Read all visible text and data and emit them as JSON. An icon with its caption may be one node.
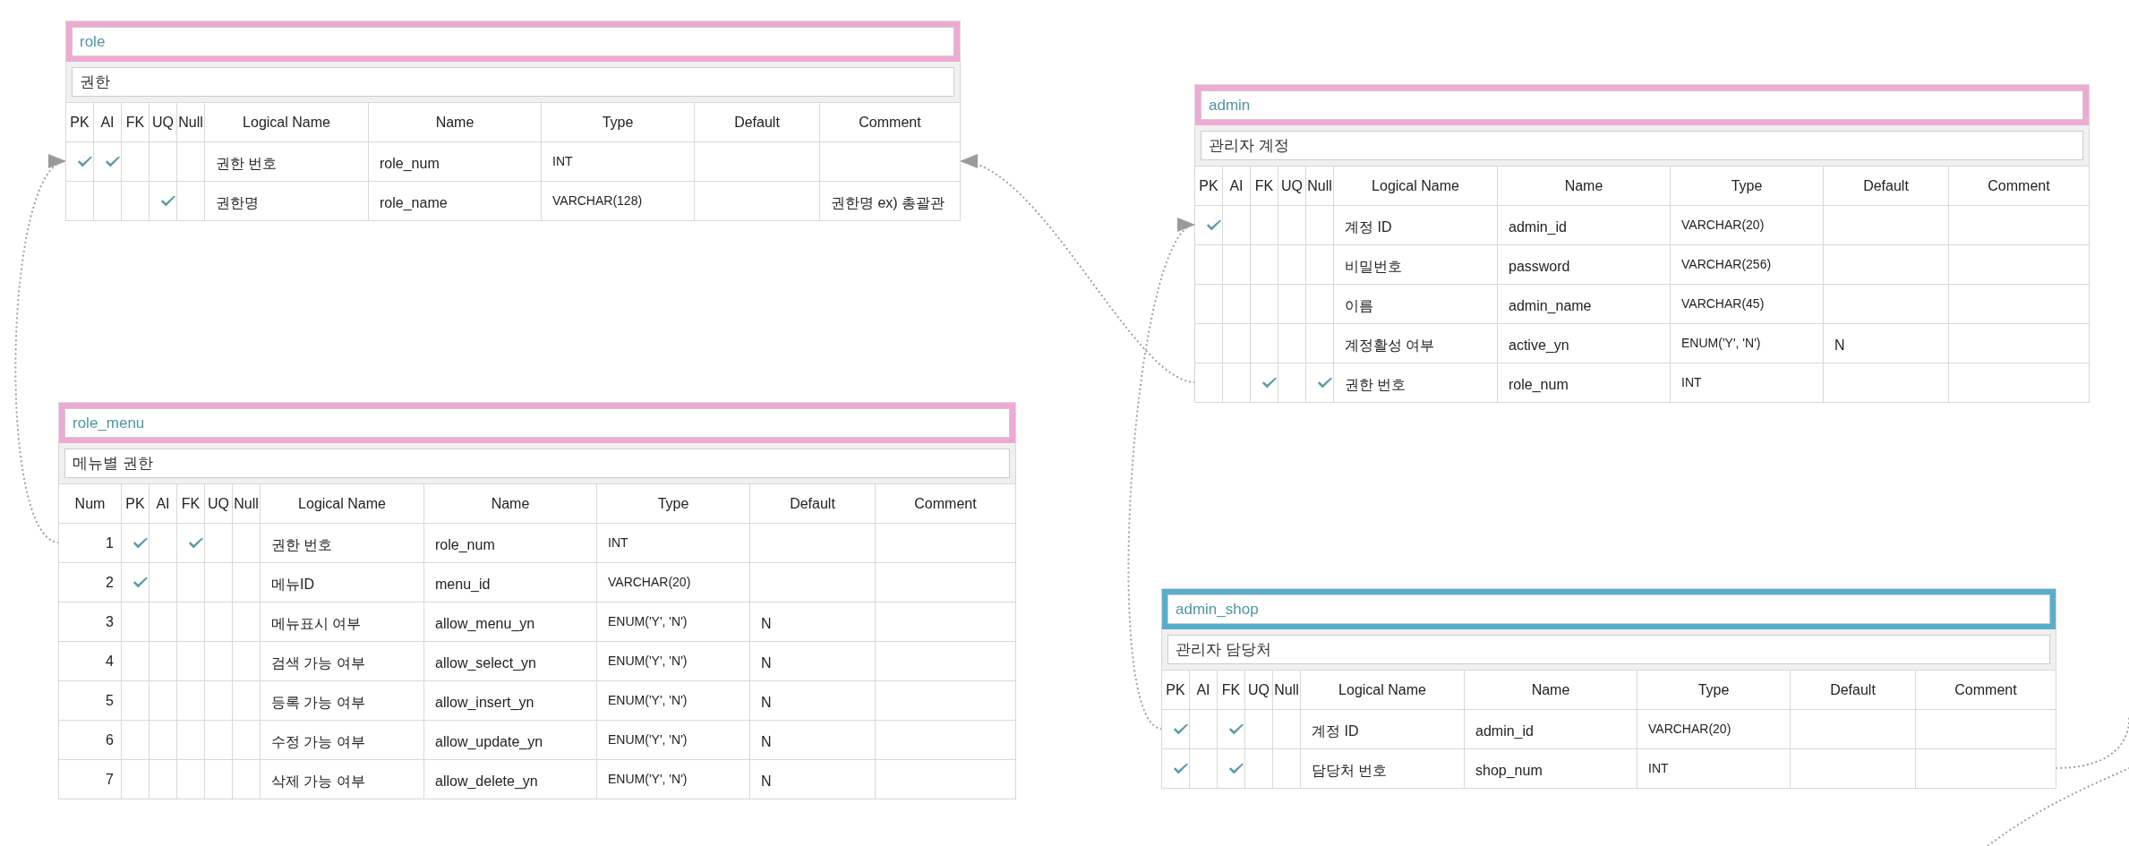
{
  "diagram": {
    "nodes": [
      {
        "text": [
          "role",
          "권한"
        ]
      },
      {
        "text": [
          "PK",
          "AI",
          "FK",
          "UQ",
          "Null",
          "Logical Name",
          "Name",
          "Type",
          "Default",
          "Comment"
        ],
        "in": 0
      },
      {
        "text": [
          "권한 번호",
          "role_num",
          "INT"
        ],
        "in": 0
      },
      {
        "text": [
          "권한명",
          "role_name",
          "VARCHAR(128)",
          "권한명 ex) 총괄관"
        ],
        "in": 0
      },
      {
        "text": [
          "admin",
          "관리자 계정"
        ]
      },
      {
        "text": [
          "PK",
          "AI",
          "FK",
          "UQ",
          "Null",
          "Logical Name",
          "Name",
          "Type",
          "Default",
          "Comment"
        ],
        "in": 4
      },
      {
        "text": [
          "계정 ID",
          "admin_id",
          "VARCHAR(20)"
        ],
        "in": 4
      },
      {
        "text": [
          "비밀번호",
          "password",
          "VARCHAR(256)"
        ],
        "in": 4
      },
      {
        "text": [
          "이름",
          "admin_name",
          "VARCHAR(45)"
        ],
        "in": 4
      },
      {
        "text": [
          "계정활성 여부",
          "active_yn",
          "ENUM('Y', 'N')",
          "N"
        ],
        "in": 4
      },
      {
        "text": [
          "권한 번호",
          "role_num",
          "INT"
        ],
        "in": 4
      },
      {
        "text": [
          "role_menu",
          "메뉴별 권한"
        ]
      },
      {
        "text": [
          "Num",
          "PK",
          "AI",
          "FK",
          "UQ",
          "Null",
          "Logical Name",
          "Name",
          "Type",
          "Default",
          "Comment"
        ],
        "in": 11
      },
      {
        "text": [
          "1",
          "권한 번호",
          "role_num",
          "INT"
        ],
        "in": 11
      },
      {
        "text": [
          "2",
          "메뉴ID",
          "menu_id",
          "VARCHAR(20)"
        ],
        "in": 11
      },
      {
        "text": [
          "3",
          "메뉴표시 여부",
          "allow_menu_yn",
          "ENUM('Y', 'N')",
          "N"
        ],
        "in": 11
      },
      {
        "text": [
          "4",
          "검색 가능 여부",
          "allow_select_yn",
          "ENUM('Y', 'N')",
          "N"
        ],
        "in": 11
      },
      {
        "text": [
          "5",
          "등록 가능 여부",
          "allow_insert_yn",
          "ENUM('Y', 'N')",
          "N"
        ],
        "in": 11
      },
      {
        "text": [
          "6",
          "수정 가능 여부",
          "allow_update_yn",
          "ENUM('Y', 'N')",
          "N"
        ],
        "in": 11
      },
      {
        "text": [
          "7",
          "삭제 가능 여부",
          "allow_delete_yn",
          "ENUM('Y', 'N')",
          "N"
        ],
        "in": 11
      },
      {
        "text": [
          "admin_shop",
          "관리자 담당처"
        ]
      },
      {
        "text": [
          "PK",
          "AI",
          "FK",
          "UQ",
          "Null",
          "Logical Name",
          "Name",
          "Type",
          "Default",
          "Comment"
        ],
        "in": 20
      },
      {
        "text": [
          "계정 ID",
          "admin_id",
          "VARCHAR(20)"
        ],
        "in": 20
      },
      {
        "text": [
          "담당처 번호",
          "shop_num",
          "INT"
        ],
        "in": 20
      }
    ],
    "edges": [
      {
        "from": 13,
        "to": 2,
        "arrow": "to"
      },
      {
        "from": 10,
        "to": 2,
        "arrow": "to"
      },
      {
        "from": 22,
        "to": 6,
        "arrow": "to"
      },
      {
        "from": 23,
        "to": null,
        "arrow": "none"
      }
    ]
  }
}
